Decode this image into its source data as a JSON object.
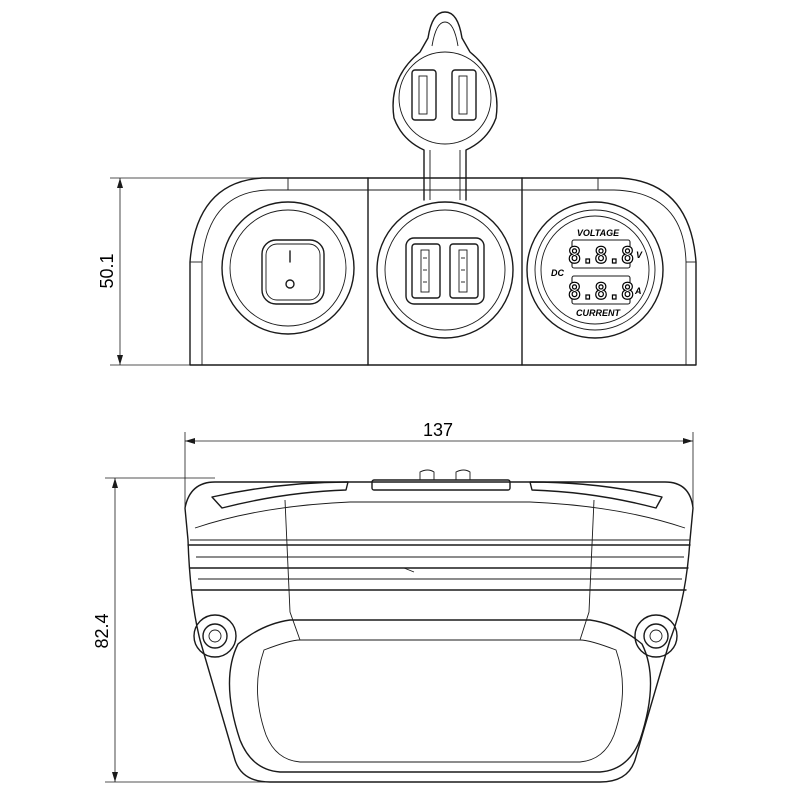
{
  "dimensions": {
    "height_front": "50.1",
    "width": "137",
    "depth": "82.4"
  },
  "switch": {
    "on_mark": "I",
    "off_mark": "O"
  },
  "meter": {
    "top_label": "VOLTAGE",
    "bottom_label": "CURRENT",
    "side_label": "DC",
    "voltage_unit": "V",
    "current_unit": "A",
    "voltage_digits": "8.8.8",
    "current_digits": "8.8.8"
  },
  "icons": [
    "rocker-switch-icon",
    "usb-port-icon",
    "digital-meter-icon",
    "mounting-screw-icon"
  ]
}
